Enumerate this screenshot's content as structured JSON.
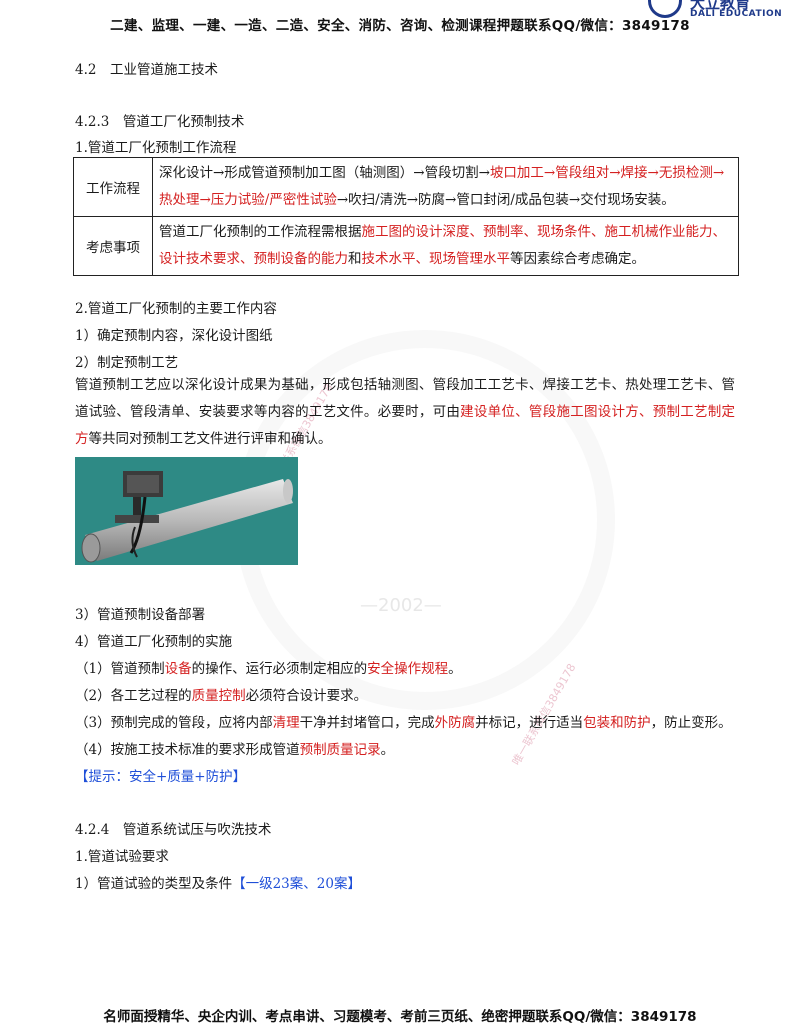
{
  "header": {
    "text": "二建、监理、一建、一造、二造、安全、消防、咨询、检测课程押题联系QQ/微信：3849178",
    "logo_cn": "大立教育",
    "logo_en": "DALI EDUCATION"
  },
  "sections": {
    "s42": "4.2　工业管道施工技术",
    "s423": "4.2.3　管道工厂化预制技术",
    "s1_title": "1.管道工厂化预制工作流程",
    "table": {
      "row1_key": "工作流程",
      "row1_a": "深化设计→形成管道预制加工图（轴测图）→管段切割→",
      "row1_b": "坡口加工→管段组对→焊接→无损检测→热处理→压力试验/严密性试验",
      "row1_c": "→吹扫/清洗→防腐→管口封闭/成品包装→交付现场安装。",
      "row2_key": "考虑事项",
      "row2_a": "管道工厂化预制的工作流程需根据",
      "row2_b": "施工图的设计深度、预制率、现场条件、施工机械作业能力、设计技术要求、预制设备的能力",
      "row2_c": "和",
      "row2_d": "技术水平、现场管理水平",
      "row2_e": "等因素综合考虑确定。"
    },
    "s2_title": "2.管道工厂化预制的主要工作内容",
    "s2_1": "1）确定预制内容，深化设计图纸",
    "s2_2": "2）制定预制工艺",
    "s2_2_para_a": "管道预制工艺应以深化设计成果为基础，形成包括轴测图、管段加工工艺卡、焊接工艺卡、热处理工艺卡、管道试验、管段清单、安装要求等内容的工艺文件。必要时，可由",
    "s2_2_para_b": "建设单位、管段施工图设计方、预制工艺制定方",
    "s2_2_para_c": "等共同对预制工艺文件进行评审和确认。",
    "s2_3": "3）管道预制设备部署",
    "s2_4": "4）管道工厂化预制的实施",
    "item1_a": "（1）管道预制",
    "item1_b": "设备",
    "item1_c": "的操作、运行必须制定相应的",
    "item1_d": "安全操作规程",
    "item1_e": "。",
    "item2_a": "（2）各工艺过程的",
    "item2_b": "质量控制",
    "item2_c": "必须符合设计要求。",
    "item3_a": "（3）预制完成的管段，应将内部",
    "item3_b": "清理",
    "item3_c": "干净并封堵管口，完成",
    "item3_d": "外防腐",
    "item3_e": "并标记，进行适当",
    "item3_f": "包装和防护",
    "item3_g": "，防止变形。",
    "item4_a": "（4）按施工技术标准的要求形成管道",
    "item4_b": "预制质量记录",
    "item4_c": "。",
    "tip": "【提示：安全+质量+防护】",
    "s424": "4.2.4　管道系统试压与吹洗技术",
    "s424_1": "1.管道试验要求",
    "s424_1_1a": "1）管道试验的类型及条件",
    "s424_1_1b": "【一级23案、20案】"
  },
  "watermark": {
    "year": "—2002—",
    "diag1": "唯一联系微信3849178",
    "diag2": "唯一联系微信3849178"
  },
  "footer": {
    "text": "名师面授精华、央企内训、考点串讲、习题模考、考前三页纸、绝密押题联系QQ/微信：3849178"
  }
}
